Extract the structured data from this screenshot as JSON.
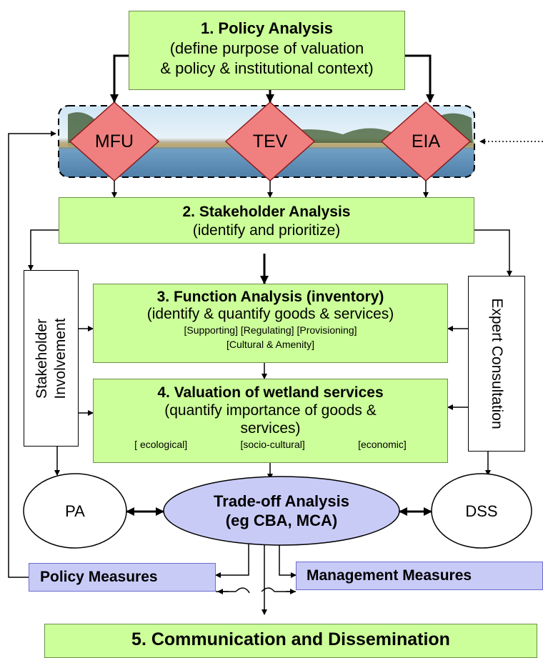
{
  "policy_analysis": {
    "title": "1. Policy Analysis",
    "line1": "(define purpose of valuation",
    "line2": "& policy & institutional context)"
  },
  "approaches": [
    "MFU",
    "TEV",
    "EIA"
  ],
  "stakeholder_analysis": {
    "title": "2. Stakeholder Analysis",
    "subtitle": "(identify and prioritize)"
  },
  "stakeholder_involvement": {
    "line1": "Stakeholder",
    "line2": "Involvement"
  },
  "expert_consultation": "Expert Consultation",
  "function_analysis": {
    "title": "3. Function Analysis (inventory)",
    "subtitle": "(identify & quantify goods & services)",
    "tags1": "[Supporting] [Regulating] [Provisioning]",
    "tags2": "[Cultural & Amenity]"
  },
  "valuation": {
    "title": "4. Valuation of wetland services",
    "line1": "(quantify importance of goods &",
    "line2": "services)",
    "tag_ecological": "[ ecological]",
    "tag_socio": "[socio-cultural]",
    "tag_economic": "[economic]"
  },
  "pa": "PA",
  "dss": "DSS",
  "tradeoff": {
    "line1": "Trade-off Analysis",
    "line2": "(eg CBA, MCA)"
  },
  "policy_measures": "Policy Measures",
  "management_measures": "Management Measures",
  "communication": "5. Communication and Dissemination",
  "colors": {
    "box_green": "#ccff99",
    "diamond_pink": "#f08080",
    "ellipse_blue": "#c9cbf7",
    "water": "#6f9fc4",
    "sky": "#d9ecf7"
  }
}
